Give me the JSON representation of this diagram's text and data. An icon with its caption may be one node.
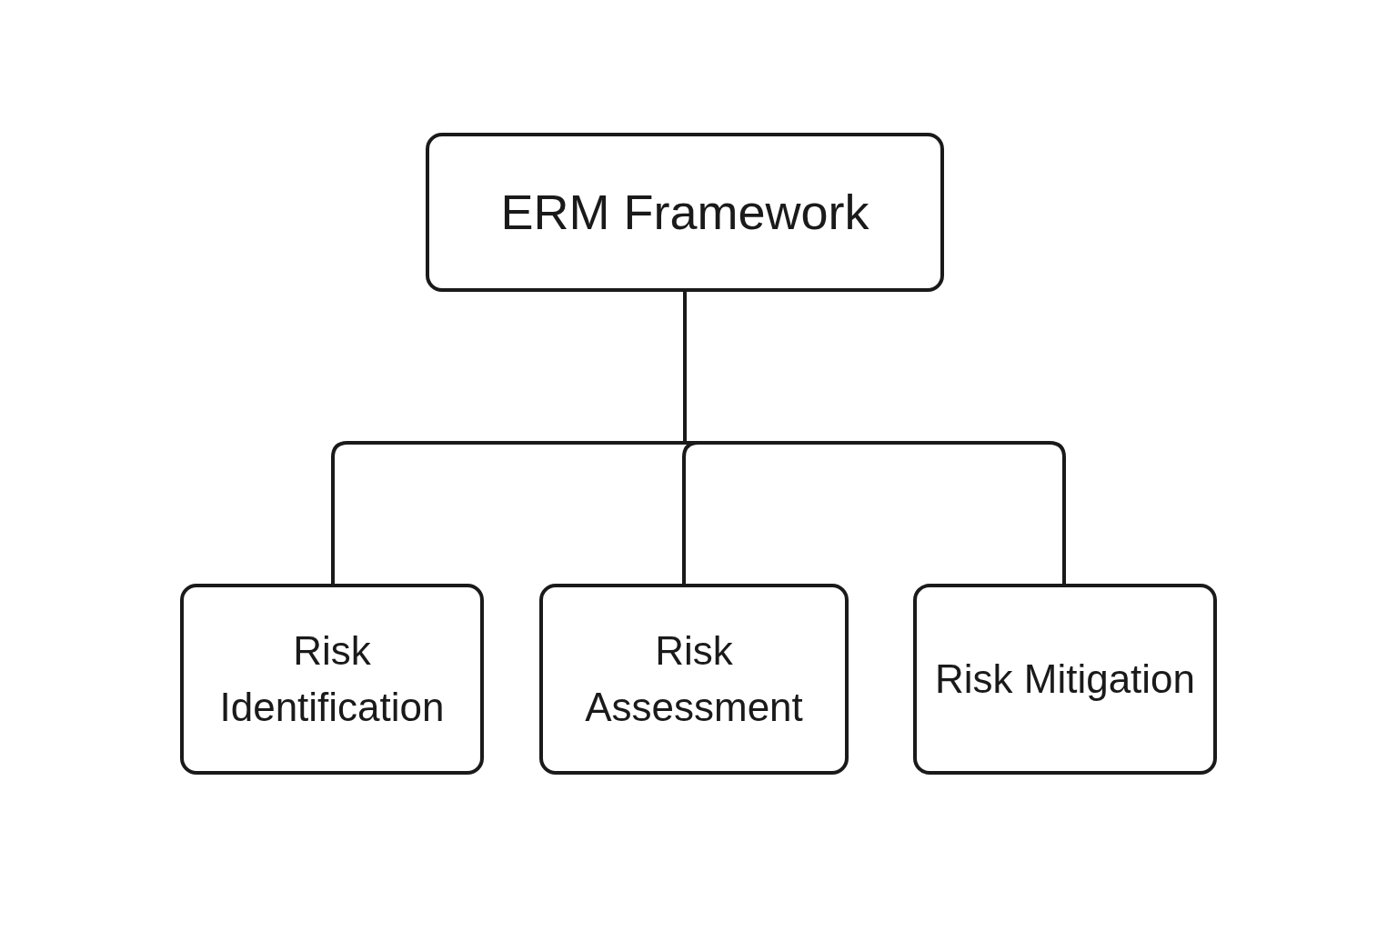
{
  "diagram": {
    "nodes": [
      {
        "text": [
          "ERM Framework"
        ]
      },
      {
        "text": [
          "Risk Identification"
        ]
      },
      {
        "text": [
          "Risk Assessment"
        ]
      },
      {
        "text": [
          "Risk Mitigation"
        ]
      }
    ],
    "edges": [
      {
        "from": 0,
        "to": 1,
        "arrow": "none"
      },
      {
        "from": 0,
        "to": 2,
        "arrow": "none"
      },
      {
        "from": 0,
        "to": 3,
        "arrow": "none"
      }
    ]
  }
}
